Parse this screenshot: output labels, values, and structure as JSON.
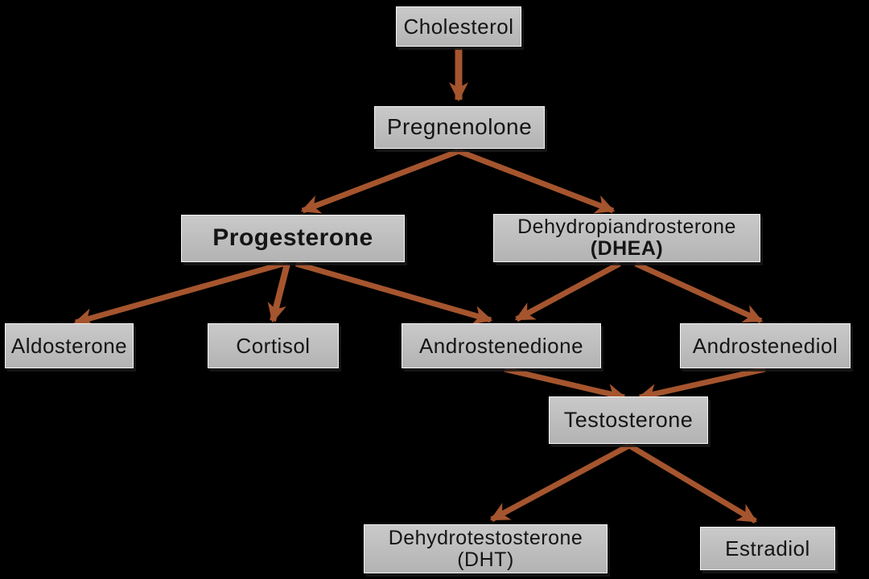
{
  "page": {
    "background_color": "#000000",
    "box_fill_color": "#bdbdbd",
    "box_text_color": "#151515",
    "arrow_color": "#a5552e"
  },
  "nodes": {
    "cholesterol": {
      "label": "Cholesterol"
    },
    "pregnenolone": {
      "label": "Pregnenolone"
    },
    "progesterone": {
      "label": "Progesterone"
    },
    "dhea": {
      "line1": "Dehydropiandrosterone",
      "line2": "(DHEA)"
    },
    "aldosterone": {
      "label": "Aldosterone"
    },
    "cortisol": {
      "label": "Cortisol"
    },
    "androstenedione": {
      "label": "Androstenedione"
    },
    "androstenediol": {
      "label": "Androstenediol"
    },
    "testosterone": {
      "label": "Testosterone"
    },
    "dht": {
      "line1": "Dehydrotestosterone",
      "line2": "(DHT)"
    },
    "estradiol": {
      "label": "Estradiol"
    }
  },
  "edges": [
    {
      "from": "Cholesterol",
      "to": "Pregnenolone"
    },
    {
      "from": "Pregnenolone",
      "to": "Progesterone"
    },
    {
      "from": "Pregnenolone",
      "to": "Dehydropiandrosterone (DHEA)"
    },
    {
      "from": "Progesterone",
      "to": "Aldosterone"
    },
    {
      "from": "Progesterone",
      "to": "Cortisol"
    },
    {
      "from": "Progesterone",
      "to": "Androstenedione"
    },
    {
      "from": "Dehydropiandrosterone (DHEA)",
      "to": "Androstenedione"
    },
    {
      "from": "Dehydropiandrosterone (DHEA)",
      "to": "Androstenediol"
    },
    {
      "from": "Androstenedione",
      "to": "Testosterone"
    },
    {
      "from": "Androstenediol",
      "to": "Testosterone"
    },
    {
      "from": "Testosterone",
      "to": "Dehydrotestosterone (DHT)"
    },
    {
      "from": "Testosterone",
      "to": "Estradiol"
    }
  ]
}
